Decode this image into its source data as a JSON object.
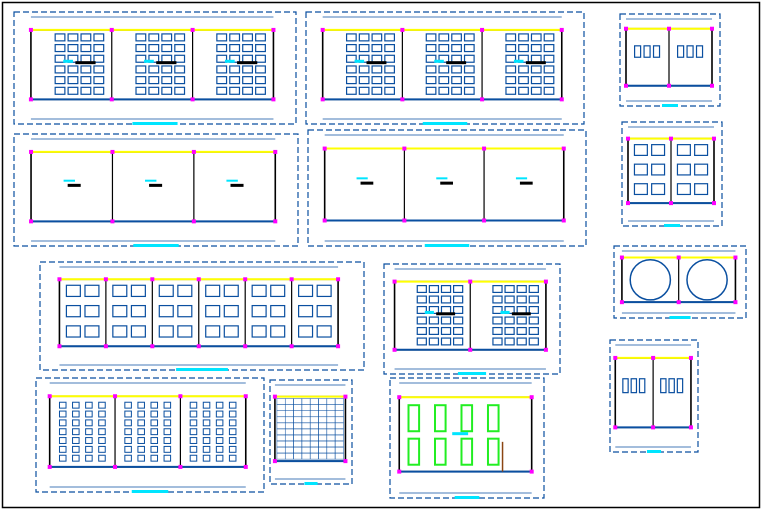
{
  "drawing": {
    "colors": {
      "background": "#ffffff",
      "frame": "#000000",
      "linework": "#0a4fa0",
      "walls": "#000000",
      "columns": "#ff00ff",
      "windows": "#ffff00",
      "labels": "#00e5ff",
      "lab_furniture": "#22ee22",
      "counter": "#8b4513"
    },
    "plans": [
      {
        "id": "classroom-block-1",
        "rooms": 3,
        "furniture": "desks"
      },
      {
        "id": "classroom-block-2",
        "rooms": 3,
        "furniture": "desks"
      },
      {
        "id": "small-office",
        "rooms": 2,
        "furniture": "office"
      },
      {
        "id": "empty-block-1",
        "rooms": 3,
        "furniture": "none"
      },
      {
        "id": "empty-block-2",
        "rooms": 3,
        "furniture": "none"
      },
      {
        "id": "library",
        "rooms": 2,
        "furniture": "tables"
      },
      {
        "id": "workshop-block",
        "rooms": 6,
        "furniture": "tables"
      },
      {
        "id": "classroom-single",
        "rooms": 2,
        "furniture": "desks"
      },
      {
        "id": "round-block",
        "rooms": 2,
        "furniture": "round"
      },
      {
        "id": "auditorium",
        "rooms": 3,
        "furniture": "benches"
      },
      {
        "id": "tiled-plan",
        "rooms": 1,
        "furniture": "tiles"
      },
      {
        "id": "laboratory",
        "rooms": 1,
        "furniture": "lab"
      },
      {
        "id": "toilets",
        "rooms": 2,
        "furniture": "toilets"
      }
    ]
  }
}
